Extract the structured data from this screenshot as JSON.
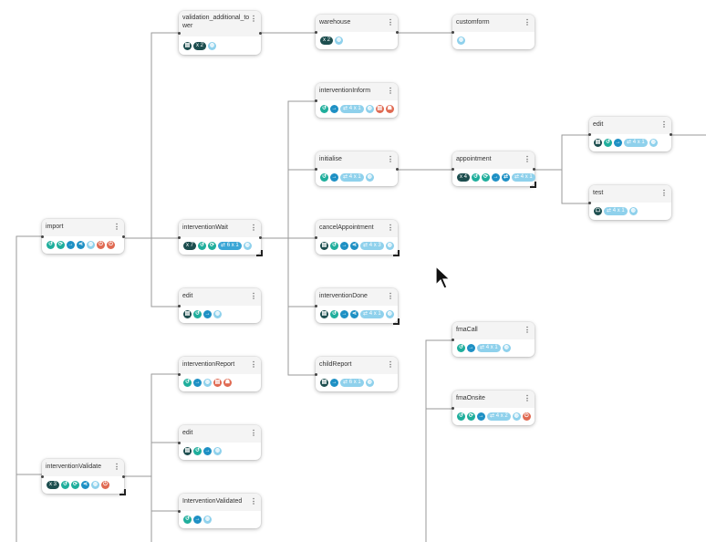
{
  "nodes": {
    "import": {
      "title": "import"
    },
    "validation_additional_tower": {
      "title": "validation_additional_tower"
    },
    "warehouse": {
      "title": "warehouse"
    },
    "customform": {
      "title": "customform"
    },
    "interventionInform": {
      "title": "interventionInform"
    },
    "initialise": {
      "title": "initialise"
    },
    "appointment": {
      "title": "appointment"
    },
    "edit_right": {
      "title": "edit"
    },
    "test": {
      "title": "test"
    },
    "interventionWait": {
      "title": "interventionWait"
    },
    "cancelAppointment": {
      "title": "cancelAppointment"
    },
    "edit_mid": {
      "title": "edit"
    },
    "interventionDone": {
      "title": "interventionDone"
    },
    "childReport": {
      "title": "childReport"
    },
    "fmaCall": {
      "title": "fmaCall"
    },
    "fmaOnsite": {
      "title": "fmaOnsite"
    },
    "interventionReport": {
      "title": "interventionReport"
    },
    "edit_low": {
      "title": "edit"
    },
    "interventionValidate": {
      "title": "interventionValidate"
    },
    "InterventionValidated": {
      "title": "InterventionValidated"
    }
  },
  "badges": {
    "x2": "x 2",
    "x4": "x 4",
    "x7": "x 7",
    "x3": "x 3",
    "t41": "⇄ 4 x 1",
    "t61": "⇄ 6 x 1",
    "t43": "⇄ 4 x 3",
    "t42": "⇄ 4 x 2",
    "t44": "⇄ 4 x 4"
  },
  "menu_glyph": "⋮",
  "colors": {
    "teal": "#1fae9c",
    "blue": "#1e90c4",
    "dark": "#1d4e4f",
    "light": "#8fd1ec",
    "red": "#e06a52"
  }
}
